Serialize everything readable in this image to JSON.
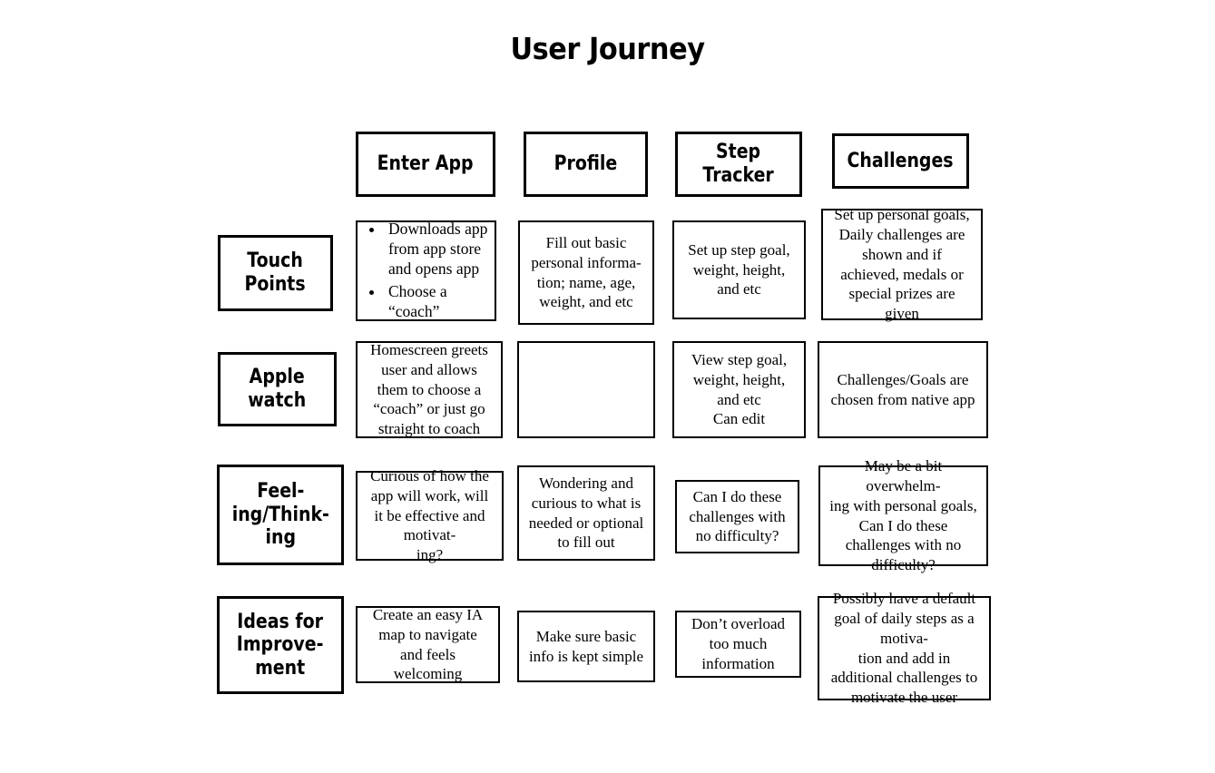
{
  "title": "User Journey",
  "columns": [
    {
      "id": "enter-app",
      "label": "Enter App"
    },
    {
      "id": "profile",
      "label": "Profile"
    },
    {
      "id": "step-tracker",
      "label": "Step\nTracker"
    },
    {
      "id": "challenges",
      "label": "Challenges"
    }
  ],
  "rows": [
    {
      "id": "touch-points",
      "label": "Touch\nPoints"
    },
    {
      "id": "apple-watch",
      "label": "Apple\nwatch"
    },
    {
      "id": "feeling-thinking",
      "label": "Feel-\ning/Think-\ning"
    },
    {
      "id": "ideas-for-improvement",
      "label": "Ideas for\nImprove-\nment"
    }
  ],
  "cells": {
    "touch_points": {
      "enter_app_bullets": [
        "Downloads app from app store and opens app",
        "Choose a “coach”"
      ],
      "profile": "Fill out basic personal informa-\ntion; name, age, weight, and etc",
      "step_tracker": "Set up step goal, weight, height, and etc",
      "challenges": "Set up personal goals, Daily challenges are shown and if achieved, medals or special prizes are given"
    },
    "apple_watch": {
      "enter_app": "Homescreen greets user and allows them to choose a “coach” or just go straight to coach",
      "profile": "",
      "step_tracker": "View step goal, weight, height, and etc\nCan edit",
      "challenges": "Challenges/Goals are chosen from native app"
    },
    "feeling_thinking": {
      "enter_app": "Curious of how the app will work, will it be effective and motivat-\ning?",
      "profile": "Wondering and curious to what is needed or optional to fill out",
      "step_tracker": "Can I do these challenges with no difficulty?",
      "challenges": "May be a bit overwhelm-\ning with personal goals, Can I do these challenges with no difficulty?"
    },
    "ideas_for_improvement": {
      "enter_app": "Create an easy IA map to navigate and feels welcoming",
      "profile": "Make sure basic info is kept simple",
      "step_tracker": "Don’t overload too much information",
      "challenges": "Possibly have a default goal of daily steps as a motiva-\ntion and add in additional challenges to motivate the user"
    }
  },
  "colors": {
    "background": "#ffffff",
    "border": "#000000",
    "text": "#000000"
  }
}
